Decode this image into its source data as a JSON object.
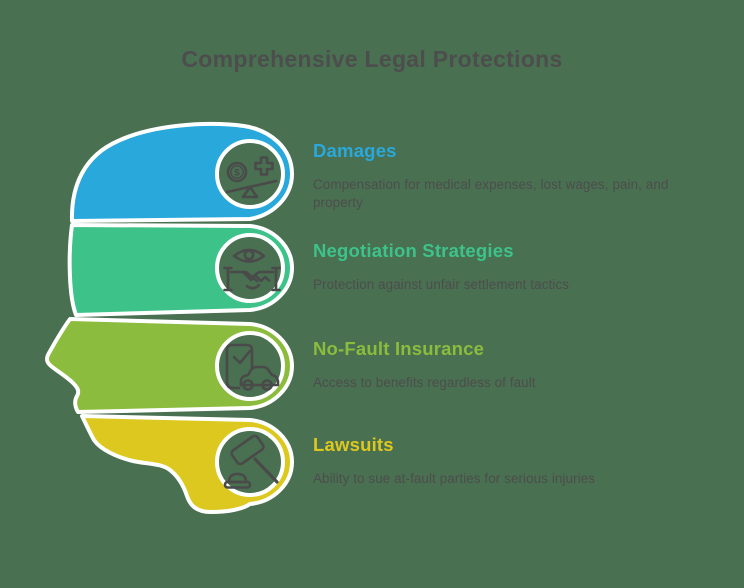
{
  "title": {
    "text": "Comprehensive Legal Protections",
    "color": "#4D4D4D"
  },
  "background_color": "#497051",
  "outline_color": "#FFFFFF",
  "icon_color": "#4A4A4A",
  "description_color": "#4D4D4D",
  "items": [
    {
      "label": "Damages",
      "description": "Compensation for medical expenses, lost wages, pain, and property",
      "color": "#29A8DC",
      "icon": "balance-money-medical-icon",
      "coin_symbol": "$"
    },
    {
      "label": "Negotiation Strategies",
      "description": "Protection against unfair settlement tactics",
      "color": "#3DC389",
      "icon": "eye-handshake-icon"
    },
    {
      "label": "No-Fault Insurance",
      "description": "Access to benefits regardless of fault",
      "color": "#8BBC3D",
      "icon": "policy-car-icon"
    },
    {
      "label": "Lawsuits",
      "description": "Ability to sue at-fault parties for serious injuries",
      "color": "#DDC81F",
      "icon": "gavel-icon"
    }
  ]
}
